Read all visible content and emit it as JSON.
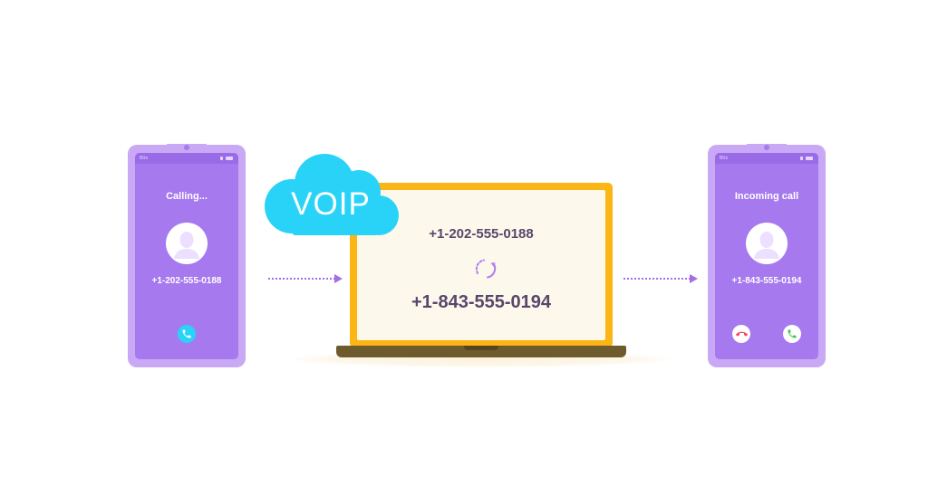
{
  "caller_phone": {
    "status": "Calling...",
    "number": "+1-202-555-0188",
    "status_bar_text": "Blix"
  },
  "receiver_phone": {
    "status": "Incoming call",
    "number": "+1-843-555-0194",
    "status_bar_text": "Blix"
  },
  "cloud": {
    "label": "VOIP"
  },
  "laptop": {
    "from_number": "+1-202-555-0188",
    "to_number": "+1-843-555-0194"
  },
  "colors": {
    "phone_body": "#c9a8f5",
    "phone_screen": "#a679ee",
    "cloud": "#29d3f7",
    "laptop_frame": "#fbb514",
    "laptop_base": "#6e5b2d",
    "arrow": "#a56de6",
    "accept_green": "#3ec84a",
    "decline_red": "#f2455d",
    "call_blue": "#29d3f7",
    "number_text": "#58476b"
  }
}
